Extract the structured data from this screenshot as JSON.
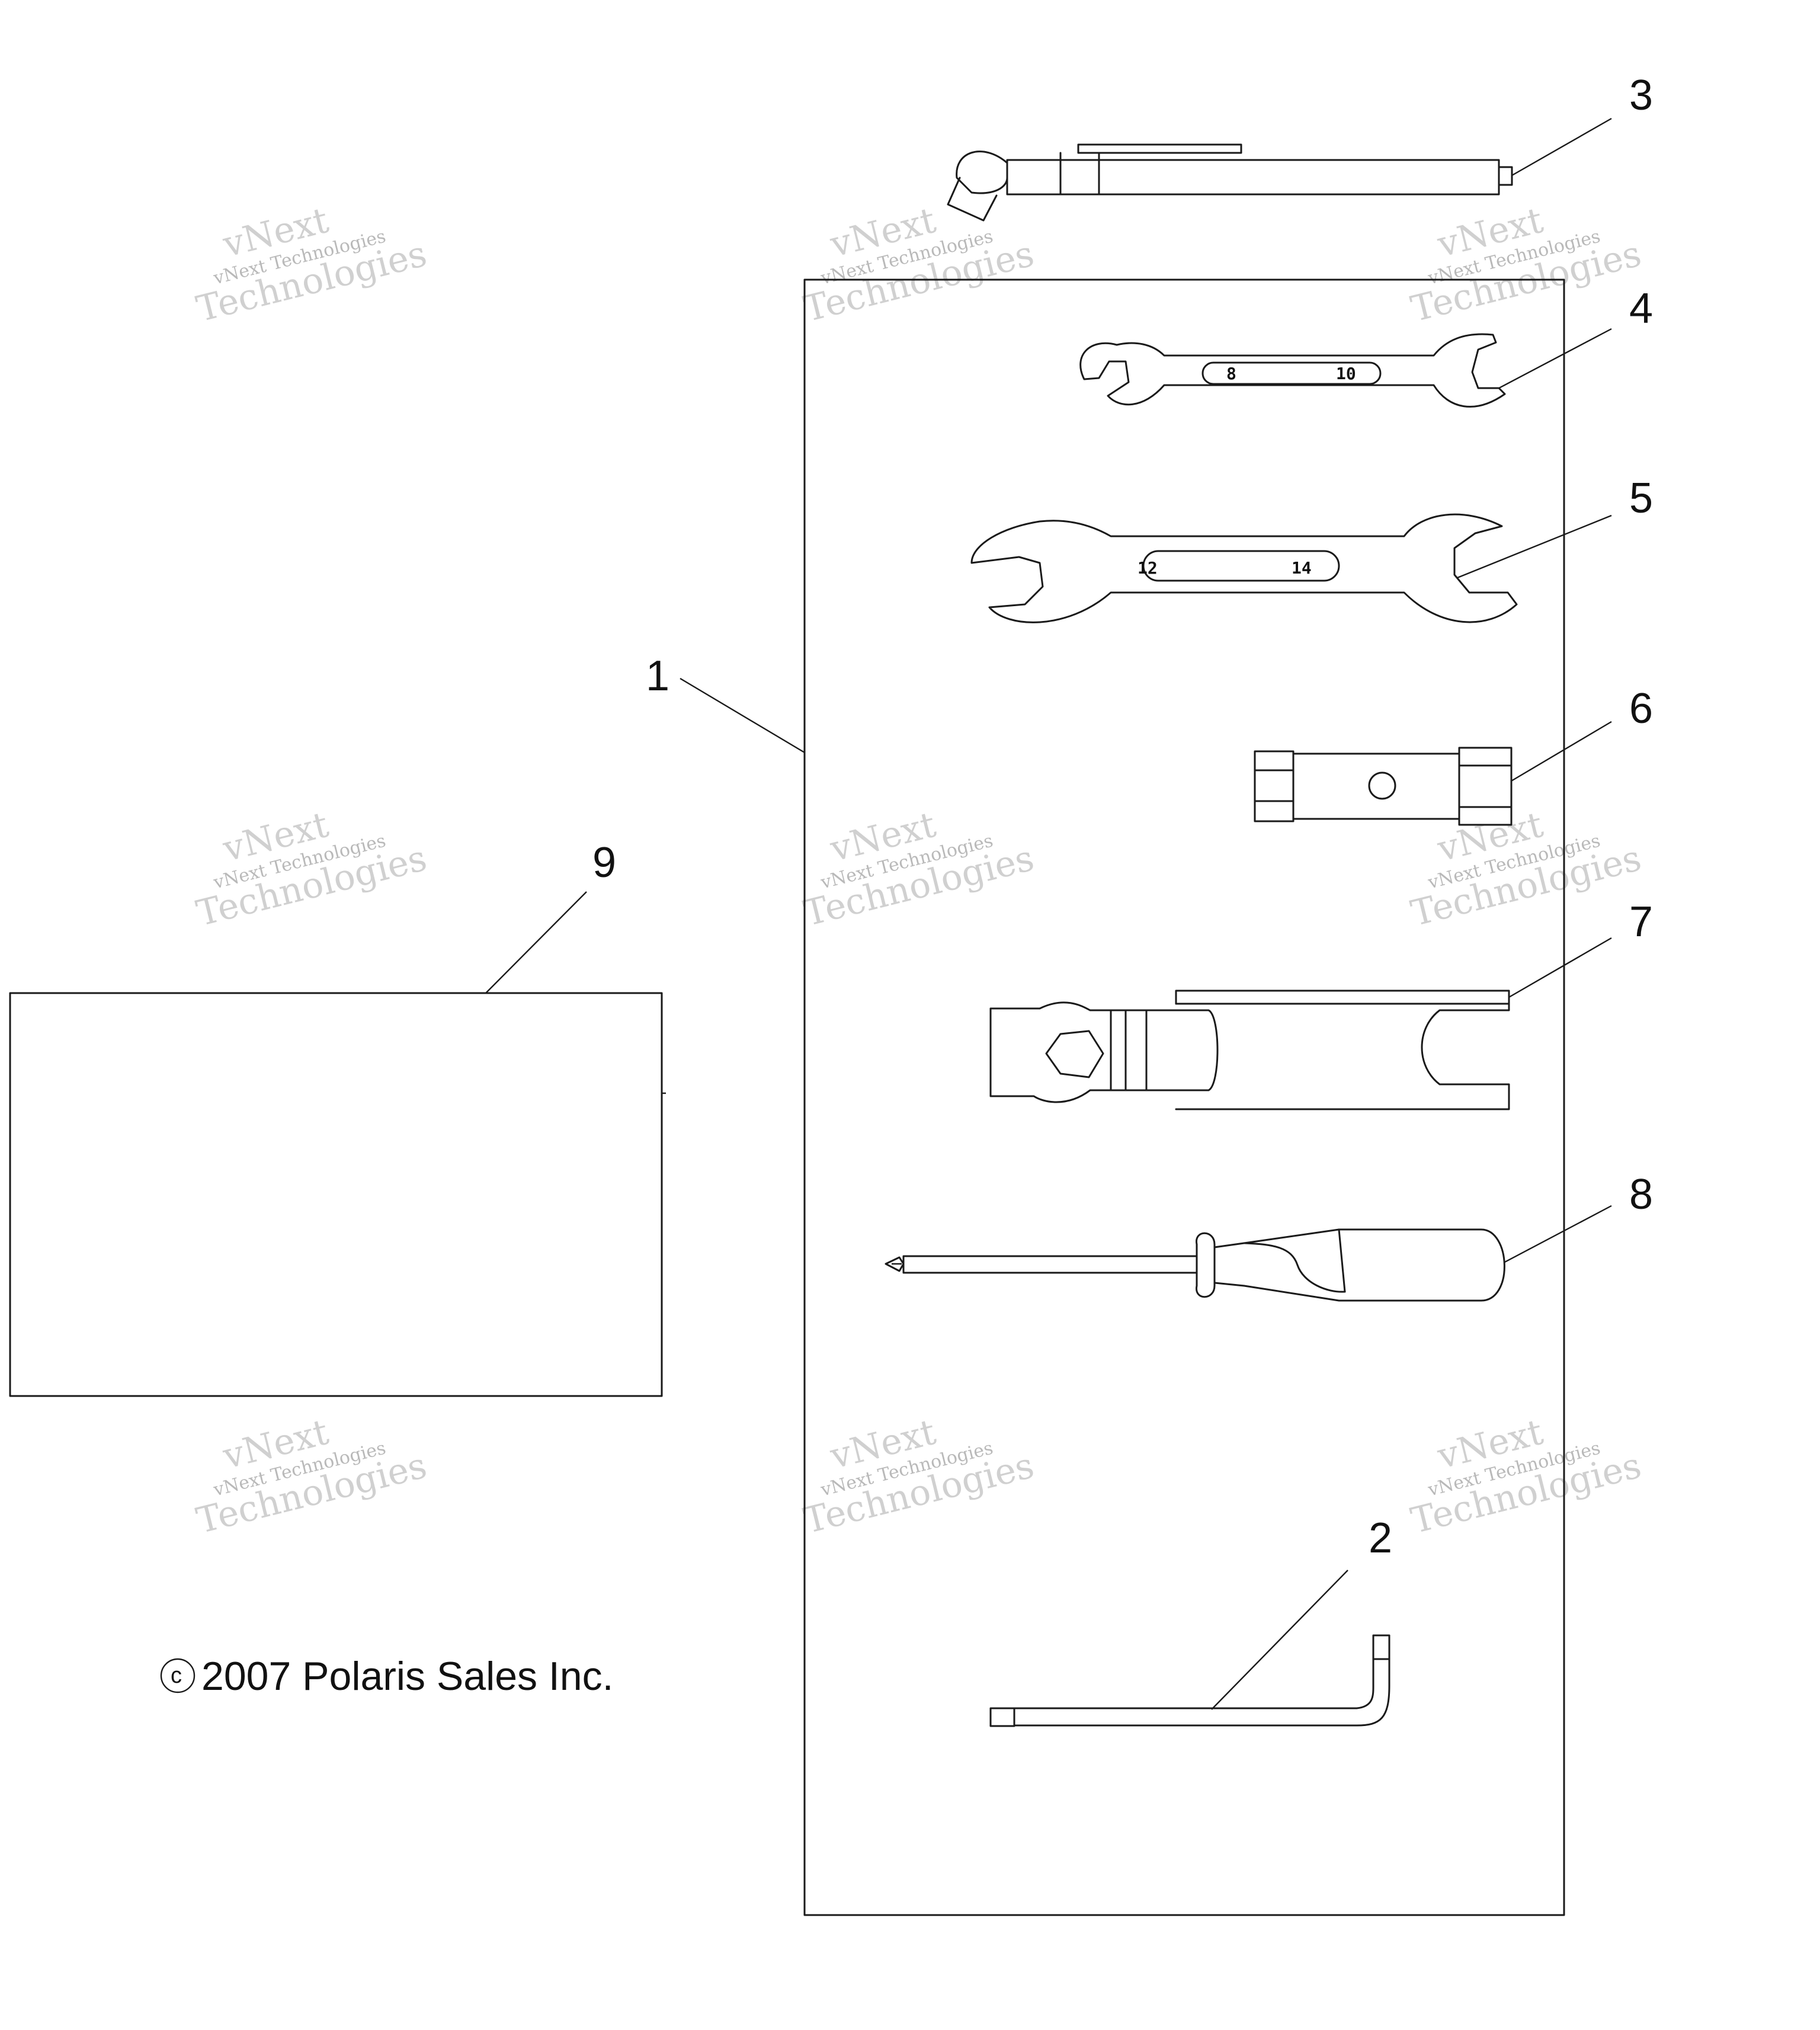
{
  "callouts": {
    "c1": "1",
    "c2": "2",
    "c3": "3",
    "c4": "4",
    "c5": "5",
    "c6": "6",
    "c7": "7",
    "c8": "8",
    "c9": "9"
  },
  "wrench_small": {
    "left_size": "8",
    "right_size": "10"
  },
  "wrench_large": {
    "left_size": "12",
    "right_size": "14"
  },
  "watermark": {
    "line1": "vNext",
    "line2": "vNext Technologies",
    "line3": "Technologies"
  },
  "copyright": "2007 Polaris Sales Inc.",
  "copyright_symbol": "c"
}
